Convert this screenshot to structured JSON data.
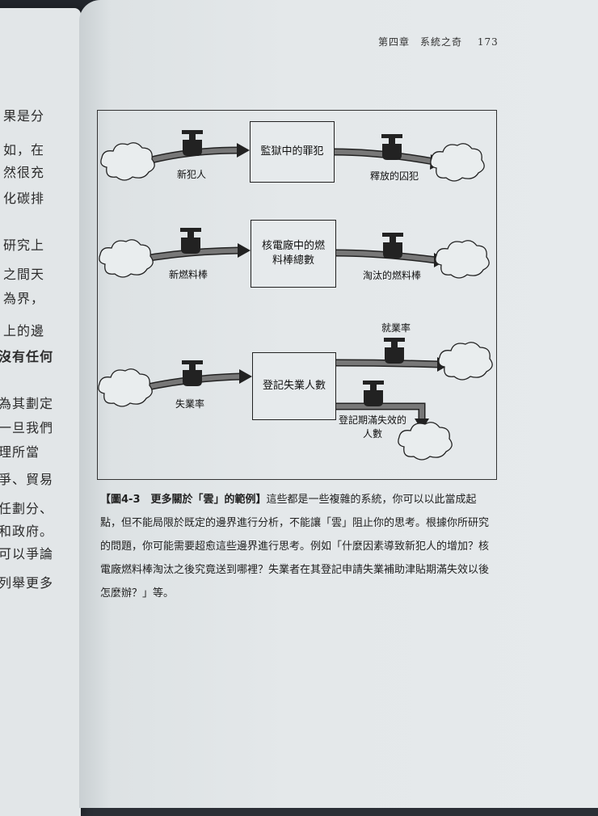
{
  "header": {
    "chapter": "第四章　系統之奇",
    "page_number": "173"
  },
  "left_page_lines": [
    {
      "text": "果是分",
      "bold": false
    },
    {
      "text": "如，在",
      "bold": false
    },
    {
      "text": "然很充",
      "bold": false
    },
    {
      "text": "化碳排",
      "bold": false
    },
    {
      "text": "研究上",
      "bold": false
    },
    {
      "text": "之間天",
      "bold": false
    },
    {
      "text": "為界，",
      "bold": false
    },
    {
      "text": "上的邊",
      "bold": false
    },
    {
      "text": "沒有任何",
      "bold": true
    },
    {
      "text": "為其劃定",
      "bold": false
    },
    {
      "text": "一旦我們",
      "bold": false
    },
    {
      "text": "理所當",
      "bold": false
    },
    {
      "text": "爭、貿易",
      "bold": false
    },
    {
      "text": "任劃分、",
      "bold": false
    },
    {
      "text": "和政府。",
      "bold": false
    },
    {
      "text": "可以爭論",
      "bold": false
    },
    {
      "text": "列舉更多",
      "bold": false
    }
  ],
  "diagram": {
    "row1": {
      "inflow": "新犯人",
      "stock": "監獄中的罪犯",
      "outflow": "釋放的囚犯"
    },
    "row2": {
      "inflow": "新燃料棒",
      "stock": "核電廠中的燃料棒總數",
      "outflow": "淘汰的燃料棒"
    },
    "row3": {
      "inflow": "失業率",
      "stock": "登記失業人數",
      "outflow_top": "就業率",
      "outflow_bottom": "登記期滿失效的人數"
    }
  },
  "caption": {
    "title": "【圖4-3　更多關於「雲」的範例】",
    "body": "這些都是一些複雜的系統，你可以以此當成起點，但不能局限於既定的邊界進行分析，不能讓「雲」阻止你的思考。根據你所研究的問題，你可能需要超愈這些邊界進行思考。例如「什麼因素導致新犯人的增加？核電廠燃料棒淘汰之後究竟送到哪裡？失業者在其登記申請失業補助津貼期滿失效以後怎麼辦？」等。"
  }
}
